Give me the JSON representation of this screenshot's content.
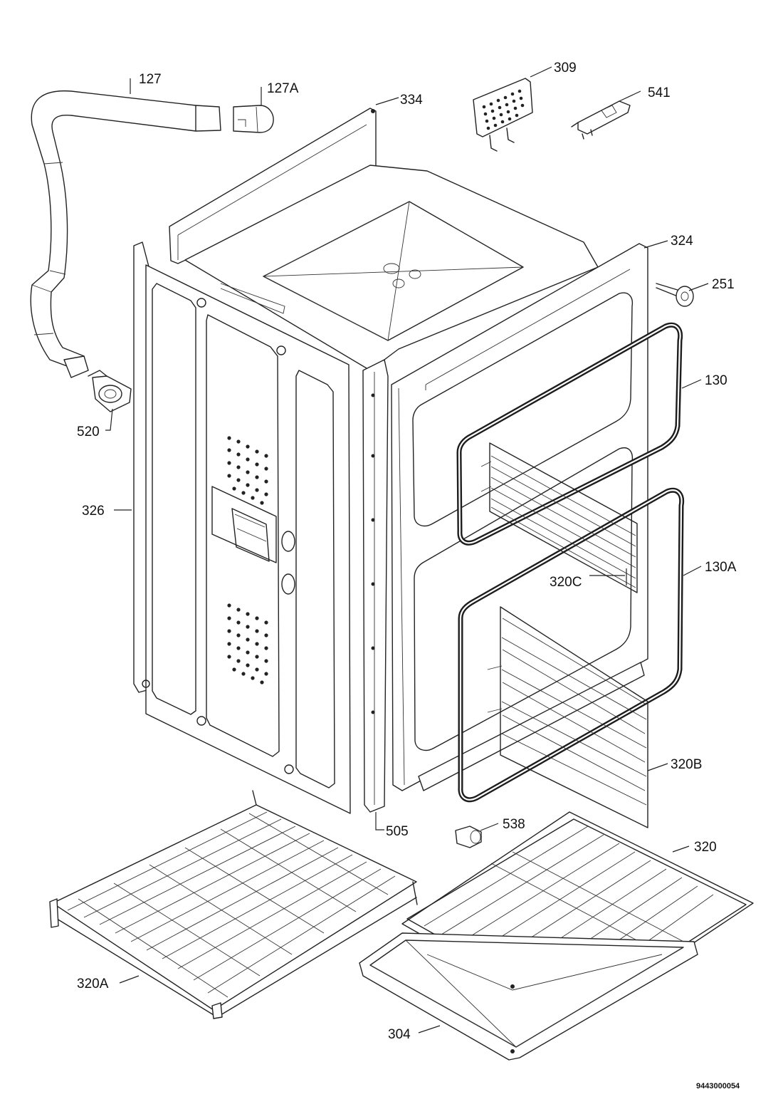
{
  "labels": {
    "l127": "127",
    "l127A": "127A",
    "l334": "334",
    "l309": "309",
    "l541": "541",
    "l324": "324",
    "l251": "251",
    "l130": "130",
    "l520": "520",
    "l326": "326",
    "l130A": "130A",
    "l320C": "320C",
    "l320B": "320B",
    "l505": "505",
    "l538": "538",
    "l320": "320",
    "l320A": "320A",
    "l304": "304"
  },
  "drawing_number": "9443000054",
  "colors": {
    "line": "#222222",
    "background": "#ffffff"
  }
}
